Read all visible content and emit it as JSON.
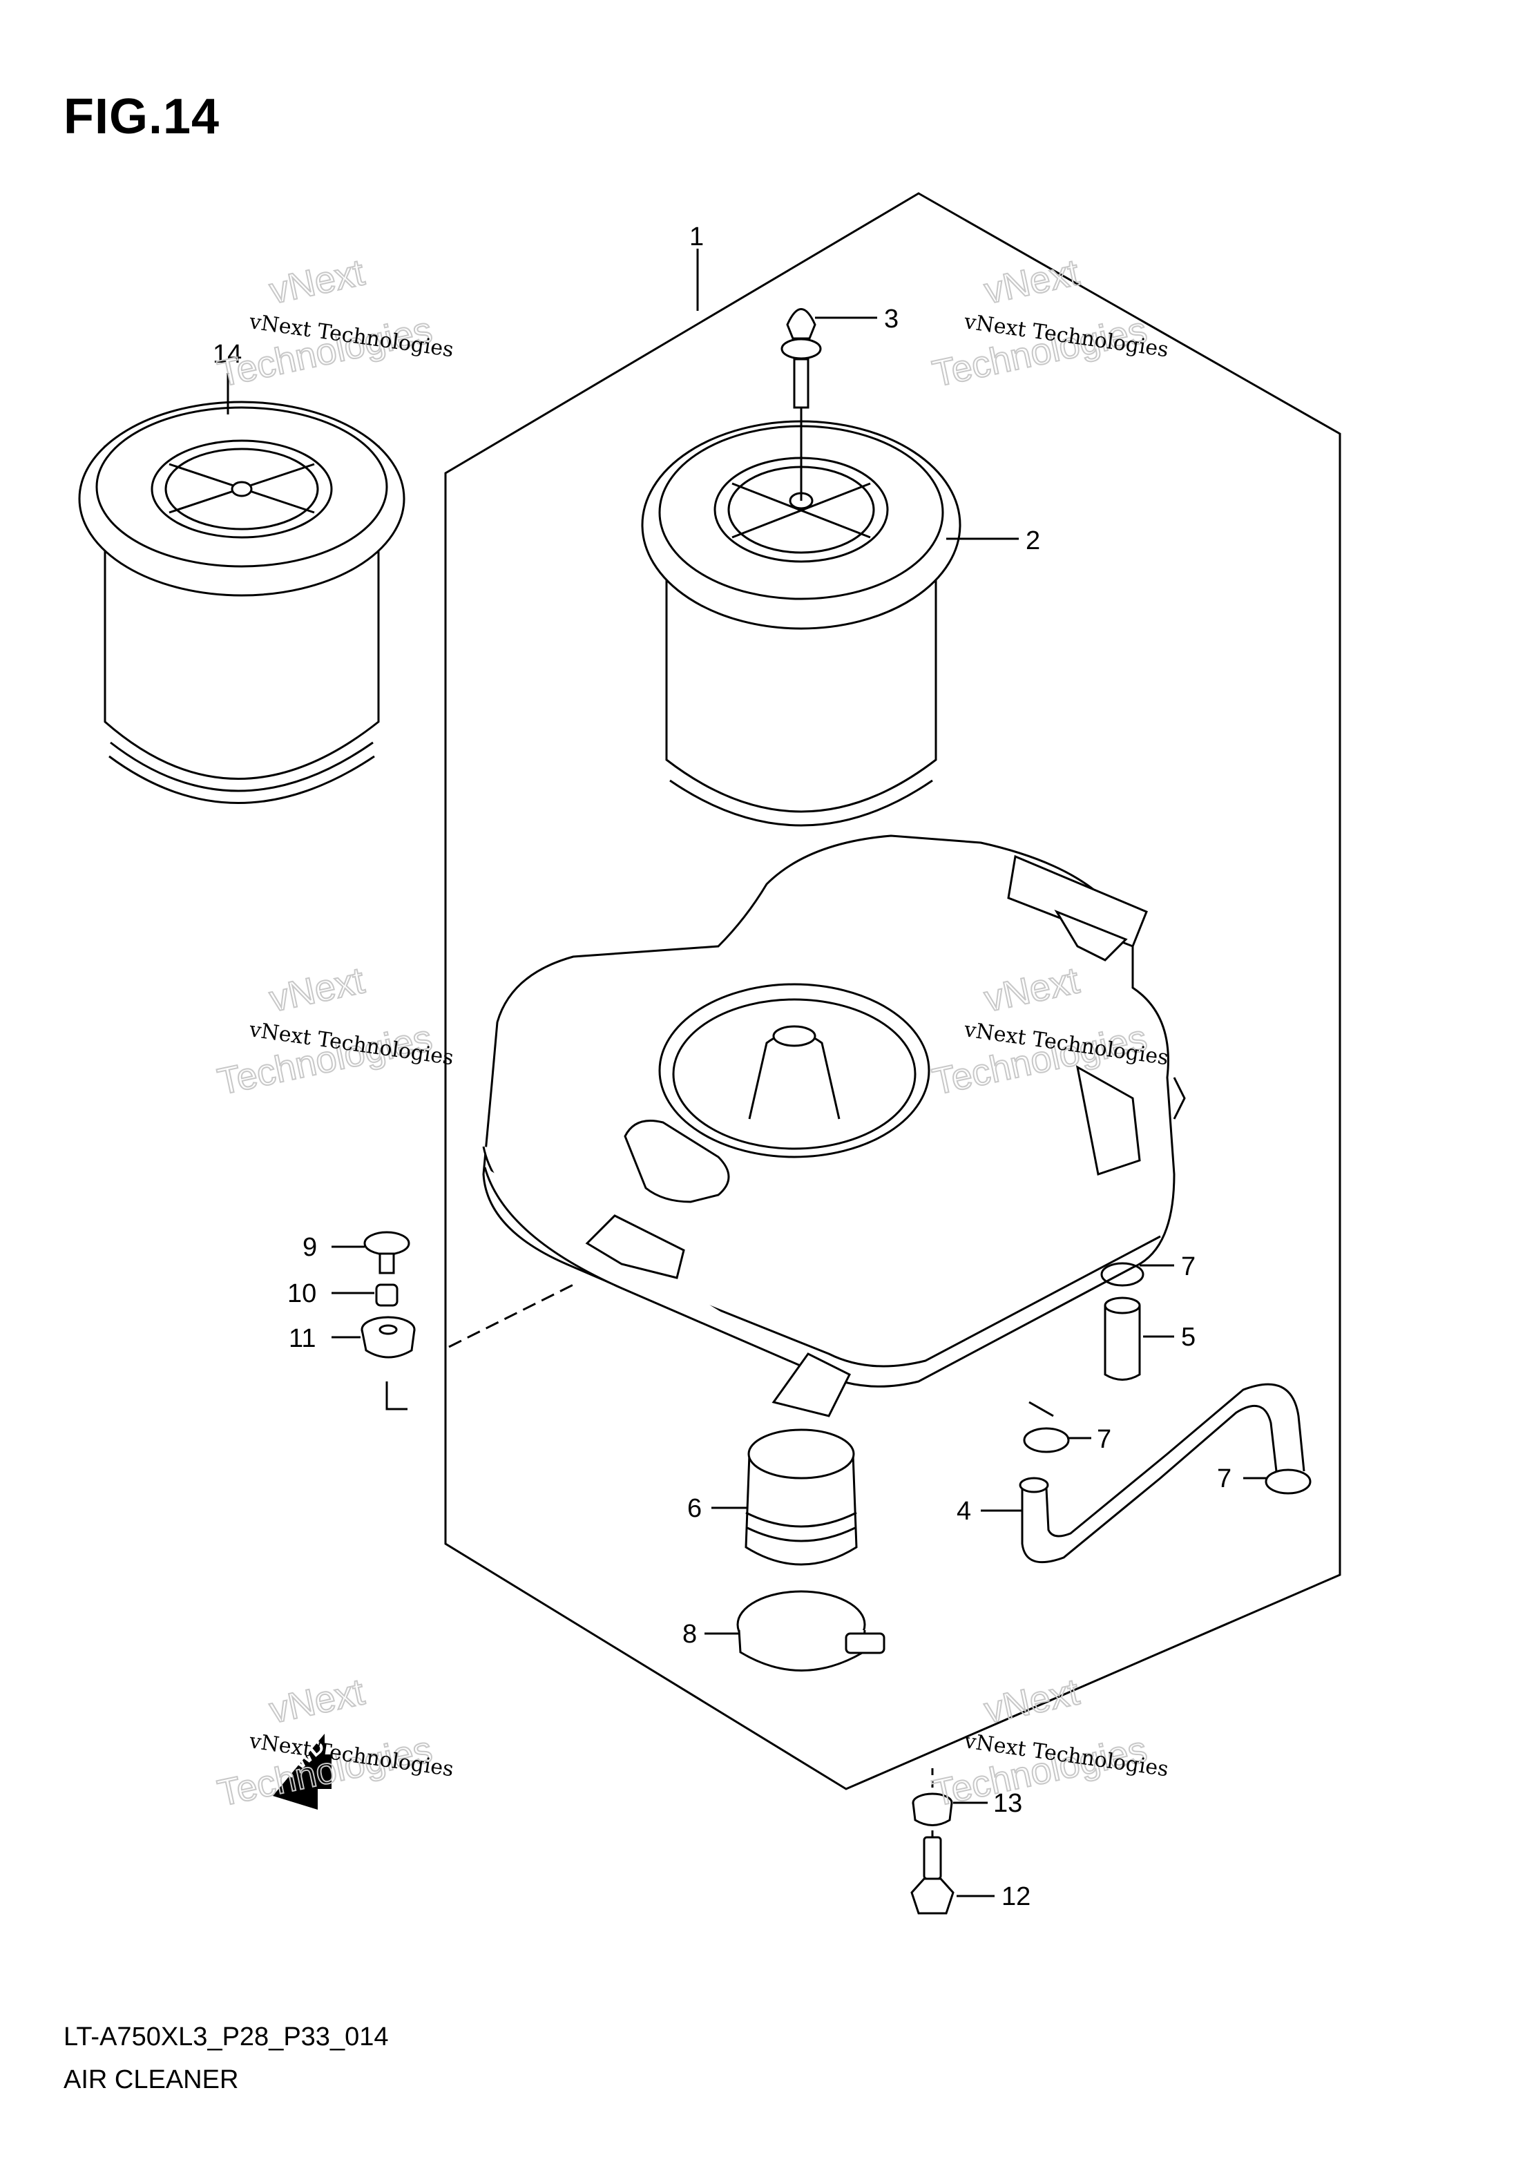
{
  "figure": {
    "title": "FIG.14"
  },
  "footer": {
    "code": "LT-A750XL3_P28_P33_014",
    "name": "AIR CLEANER"
  },
  "watermark": {
    "line1": "vNext Technologies",
    "line2": "vNext",
    "line3": "Technologies"
  },
  "fwd_label": "FWD",
  "callouts": [
    "1",
    "2",
    "3",
    "4",
    "5",
    "6",
    "7",
    "7",
    "7",
    "8",
    "9",
    "10",
    "11",
    "12",
    "13",
    "14"
  ]
}
